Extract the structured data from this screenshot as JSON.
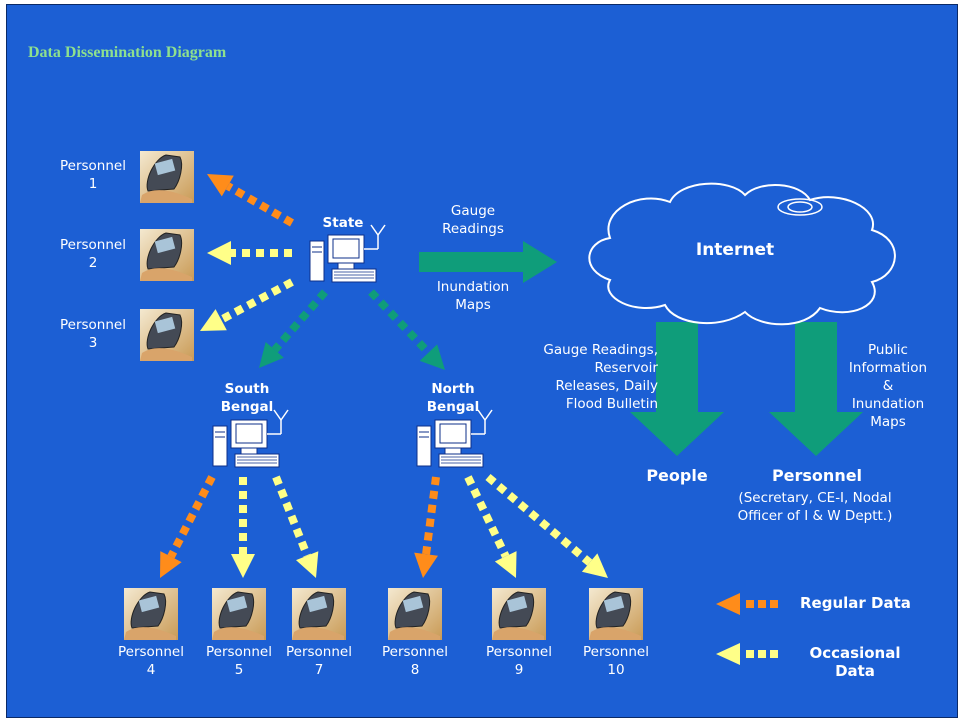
{
  "title": "Data Dissemination Diagram",
  "colors": {
    "background": "#1c5fd4",
    "title": "#8ee08e",
    "regular": "#ff8c1a",
    "occasional": "#ffff88",
    "main_flow": "#0f9d7a"
  },
  "nodes": {
    "state": "State",
    "south": [
      "South",
      "Bengal"
    ],
    "north": [
      "North",
      "Bengal"
    ],
    "internet": "Internet"
  },
  "personnel": [
    {
      "label": "Personnel",
      "num": "1"
    },
    {
      "label": "Personnel",
      "num": "2"
    },
    {
      "label": "Personnel",
      "num": "3"
    },
    {
      "label": "Personnel",
      "num": "4"
    },
    {
      "label": "Personnel",
      "num": "5"
    },
    {
      "label": "Personnel",
      "num": "7"
    },
    {
      "label": "Personnel",
      "num": "8"
    },
    {
      "label": "Personnel",
      "num": "9"
    },
    {
      "label": "Personnel",
      "num": "10"
    }
  ],
  "flows": {
    "to_internet_top": [
      "Gauge",
      "Readings"
    ],
    "to_internet_bottom": [
      "Inundation",
      "Maps"
    ],
    "to_people": [
      "Gauge Readings,",
      "Reservoir",
      "Releases, Daily",
      "Flood Bulletin"
    ],
    "to_personnel": [
      "Public",
      "Information",
      "&",
      "Inundation",
      "Maps"
    ]
  },
  "targets": {
    "people": "People",
    "personnel": "Personnel",
    "personnel_detail": [
      "(Secretary, CE-I, Nodal",
      "Officer of I & W Deptt.)"
    ]
  },
  "legend": {
    "regular": "Regular Data",
    "occasional": [
      "Occasional",
      "Data"
    ]
  }
}
